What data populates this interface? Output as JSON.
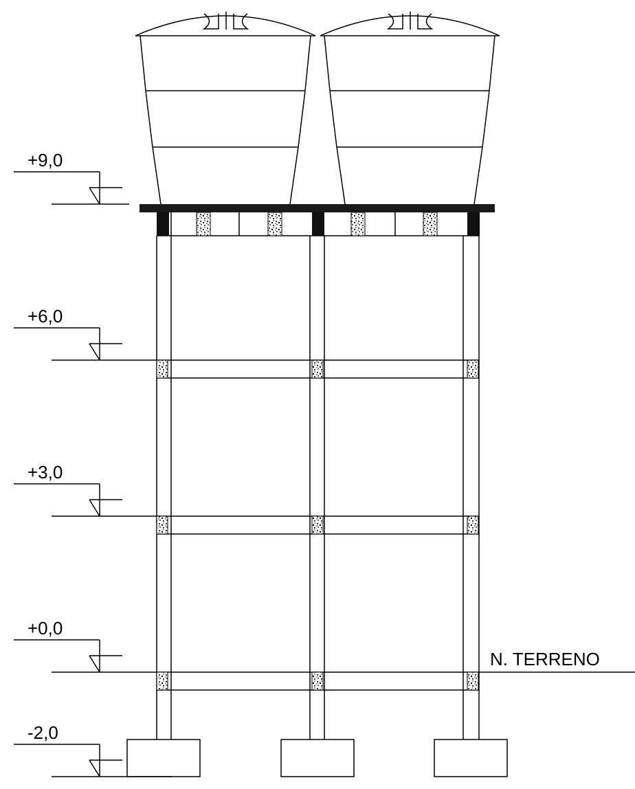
{
  "levels": [
    {
      "label": "+9,0"
    },
    {
      "label": "+6,0"
    },
    {
      "label": "+3,0"
    },
    {
      "label": "+0,0"
    },
    {
      "label": "-2,0"
    }
  ],
  "ground_label": "N. TERRENO",
  "colors": {
    "line": "#000000",
    "slab": "#1a1a1a",
    "background": "#ffffff"
  }
}
